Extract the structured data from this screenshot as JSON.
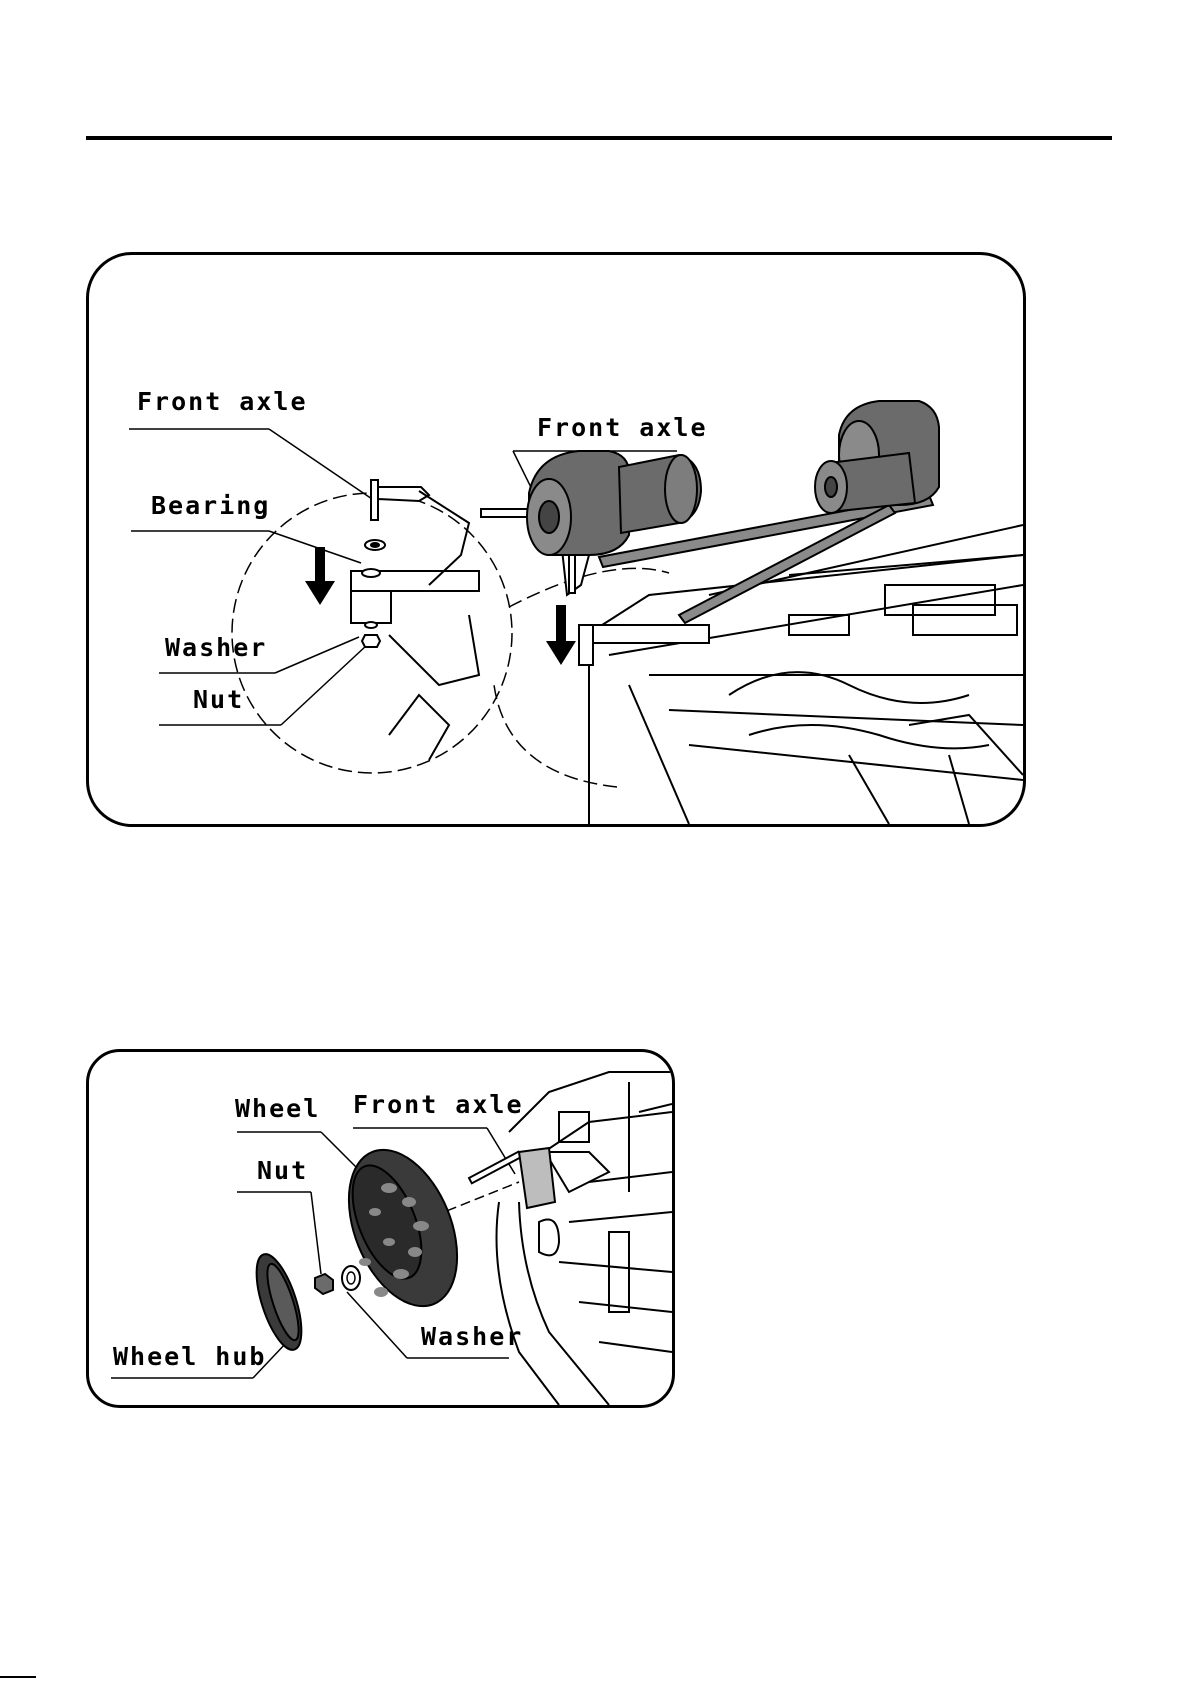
{
  "figure1": {
    "labels": {
      "front_axle_left": "Front axle",
      "bearing": "Bearing",
      "washer": "Washer",
      "nut": "Nut",
      "front_axle_right": "Front axle"
    }
  },
  "figure2": {
    "labels": {
      "wheel": "Wheel",
      "front_axle": "Front axle",
      "nut": "Nut",
      "washer": "Washer",
      "wheel_hub": "Wheel hub"
    }
  },
  "colors": {
    "line": "#000000",
    "motor_fill": "#6b6b6b",
    "motor_dark": "#444444",
    "tire_fill": "#3a3a3a",
    "background": "#ffffff"
  }
}
